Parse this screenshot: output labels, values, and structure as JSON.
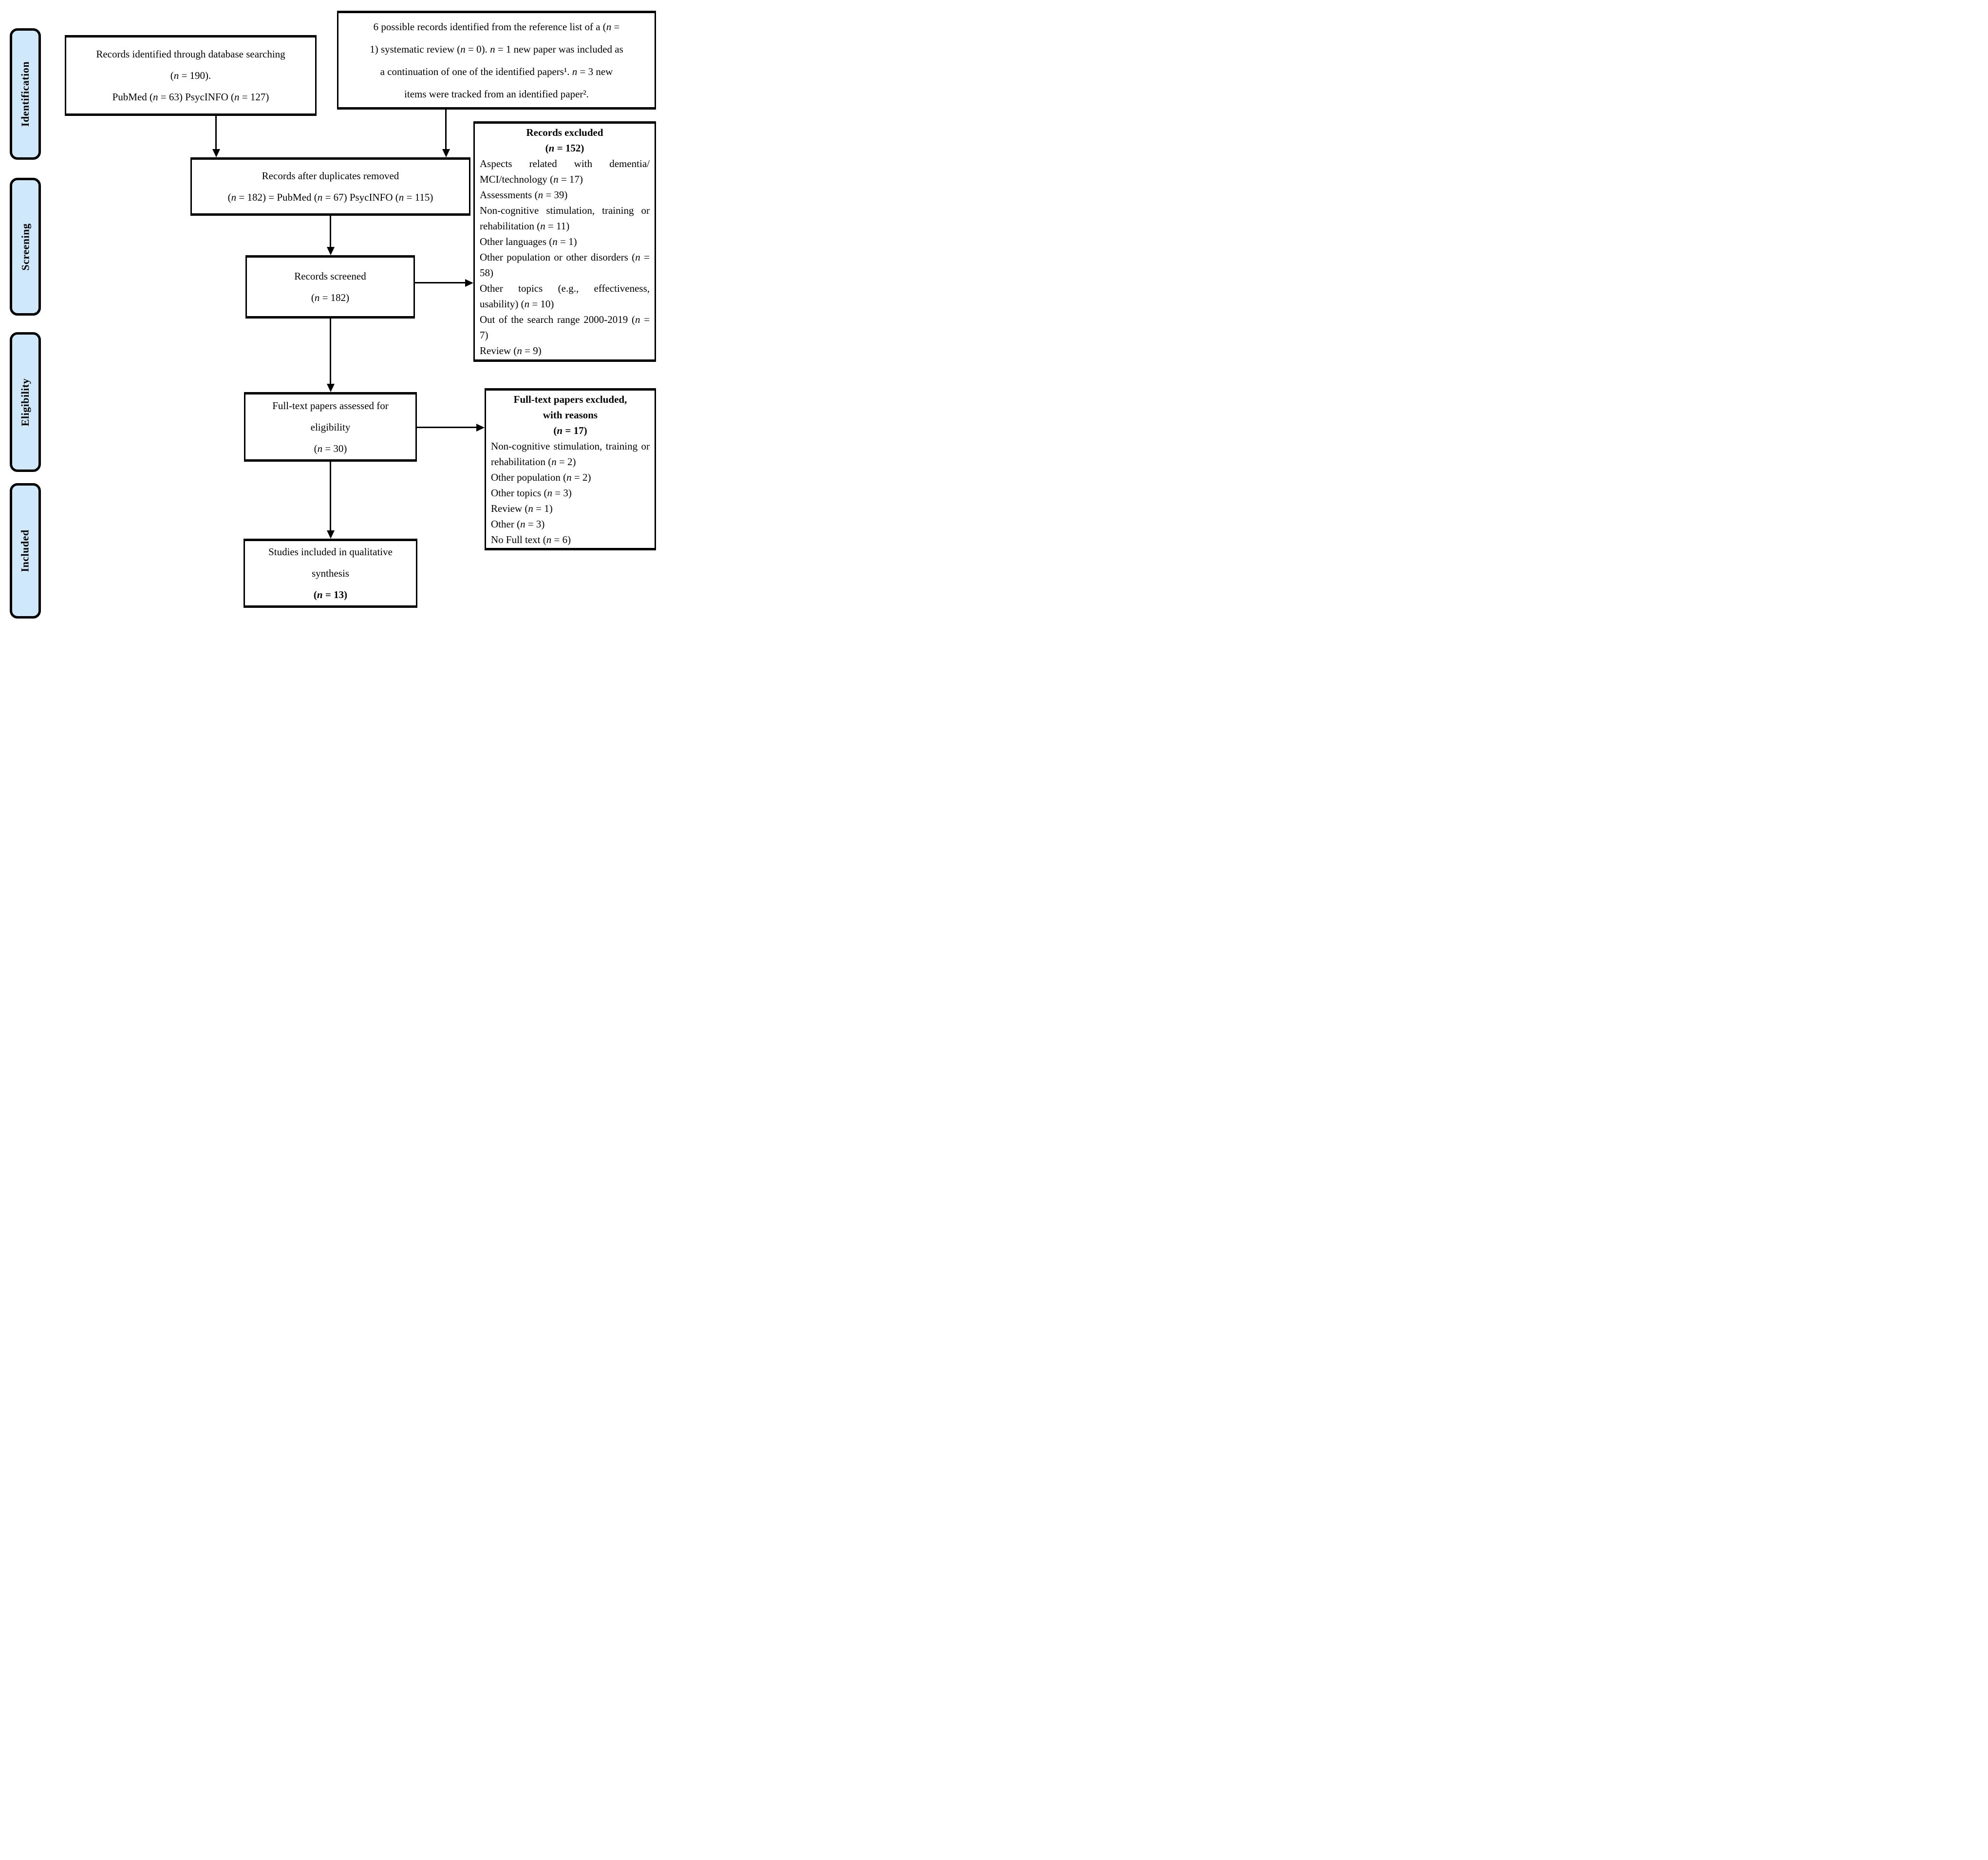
{
  "diagram": {
    "colors": {
      "stage_fill": "#cfe9fb",
      "stage_border": "#000000",
      "box_border": "#000000",
      "arrow": "#000000",
      "background": "#ffffff"
    },
    "stages": [
      {
        "label": "Identification"
      },
      {
        "label": "Screening"
      },
      {
        "label": "Eligibility"
      },
      {
        "label": "Included"
      }
    ],
    "boxes": {
      "identified": {
        "lines": [
          "Records identified through database searching",
          "(n = 190).",
          "PubMed (n = 63) PsycINFO (n = 127)"
        ]
      },
      "reference": {
        "lines": [
          "6 possible records identified from the reference list of a (n =",
          "1) systematic review (n = 0). n = 1 new paper was included as",
          "a continuation of one of the identified papers¹. n = 3 new",
          "items were tracked from an identified paper²."
        ]
      },
      "duplicates": {
        "lines": [
          "Records after duplicates removed",
          "(n = 182) = PubMed (n = 67) PsycINFO (n = 115)"
        ]
      },
      "screened": {
        "lines": [
          "Records screened",
          "(n = 182)"
        ]
      },
      "records_excluded": {
        "title_lines": [
          "Records excluded",
          "(n = 152)"
        ],
        "reasons": [
          "Aspects related with dementia/ MCI/technology (n = 17)",
          "Assessments (n = 39)",
          "Non-cognitive stimulation, training or rehabilitation (n = 11)",
          "Other languages (n = 1)",
          "Other population or other disorders (n = 58)",
          "Other topics (e.g., effectiveness, usability) (n = 10)",
          "Out of the search range 2000-2019 (n = 7)",
          "Review (n = 9)"
        ]
      },
      "fulltext": {
        "lines": [
          "Full-text papers assessed for",
          "eligibility",
          "(n = 30)"
        ]
      },
      "fulltext_excluded": {
        "title_lines": [
          "Full-text papers excluded,",
          "with reasons",
          "(n = 17)"
        ],
        "reasons": [
          "Non-cognitive stimulation, training or rehabilitation (n = 2)",
          "Other population (n = 2)",
          "Other topics (n = 3)",
          "Review (n = 1)",
          "Other (n = 3)",
          "No Full text (n = 6)"
        ]
      },
      "included": {
        "lines": [
          "Studies included in qualitative",
          "synthesis",
          "(n = 13)"
        ]
      }
    }
  }
}
